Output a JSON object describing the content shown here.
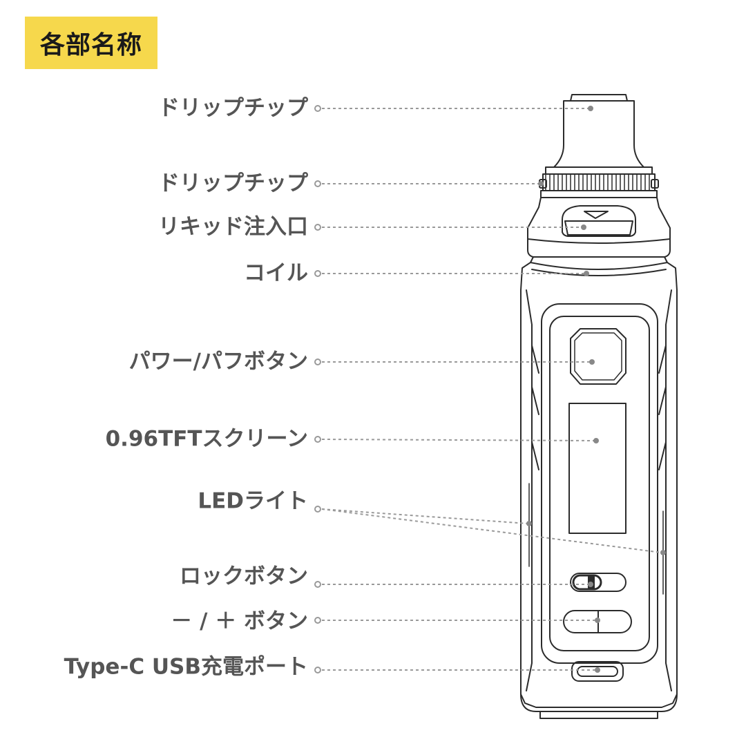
{
  "header": {
    "title": "各部名称"
  },
  "labels": [
    {
      "id": "drip-tip-1",
      "text": "ドリップチップ"
    },
    {
      "id": "drip-tip-2",
      "text": "ドリップチップ"
    },
    {
      "id": "liquid-inlet",
      "text": "リキッド注入口"
    },
    {
      "id": "coil",
      "text": "コイル"
    },
    {
      "id": "power-button",
      "text": "パワー/パフボタン"
    },
    {
      "id": "screen",
      "text": "0.96TFTスクリーン"
    },
    {
      "id": "led-light",
      "text": "LEDライト"
    },
    {
      "id": "lock-button",
      "text": "ロックボタン"
    },
    {
      "id": "plus-minus-button",
      "text": "－ / ＋ ボタン"
    },
    {
      "id": "usb-port",
      "text": "Type-C  USB充電ポート"
    }
  ],
  "colors": {
    "badge": "#f6d84c",
    "label_text": "#555555",
    "leader_line": "#999999",
    "device_stroke": "#2b2b2b"
  }
}
